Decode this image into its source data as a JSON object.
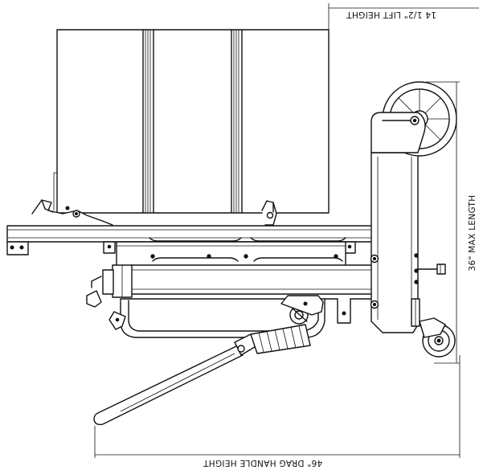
{
  "dimensions": {
    "lift_height": "14 1/2\" LIFT HEIGHT",
    "max_length": "36\" MAX LENGTH",
    "drag_handle_height": "46\" DRAG HANDLE HEIGHT"
  },
  "colors": {
    "line": "#111111",
    "background": "#ffffff"
  }
}
